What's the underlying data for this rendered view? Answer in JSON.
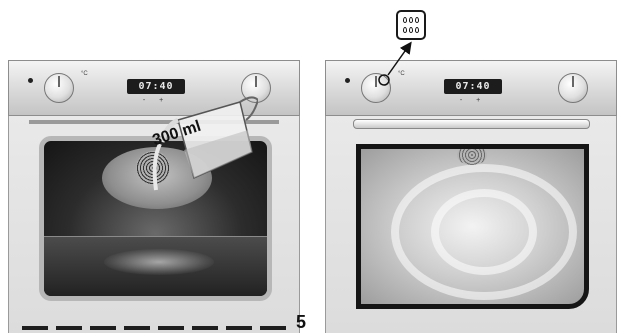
{
  "left_oven": {
    "display_time": "07:40",
    "minus_plus": "- +",
    "temp_unit": "°C",
    "jug_label": "300 ml"
  },
  "right_oven": {
    "display_time": "07:40",
    "minus_plus": "- +",
    "temp_unit": "°C"
  },
  "step_number": "5",
  "icons": {
    "steam_icon": "water-drops-icon",
    "arrow": "arrow-icon"
  }
}
